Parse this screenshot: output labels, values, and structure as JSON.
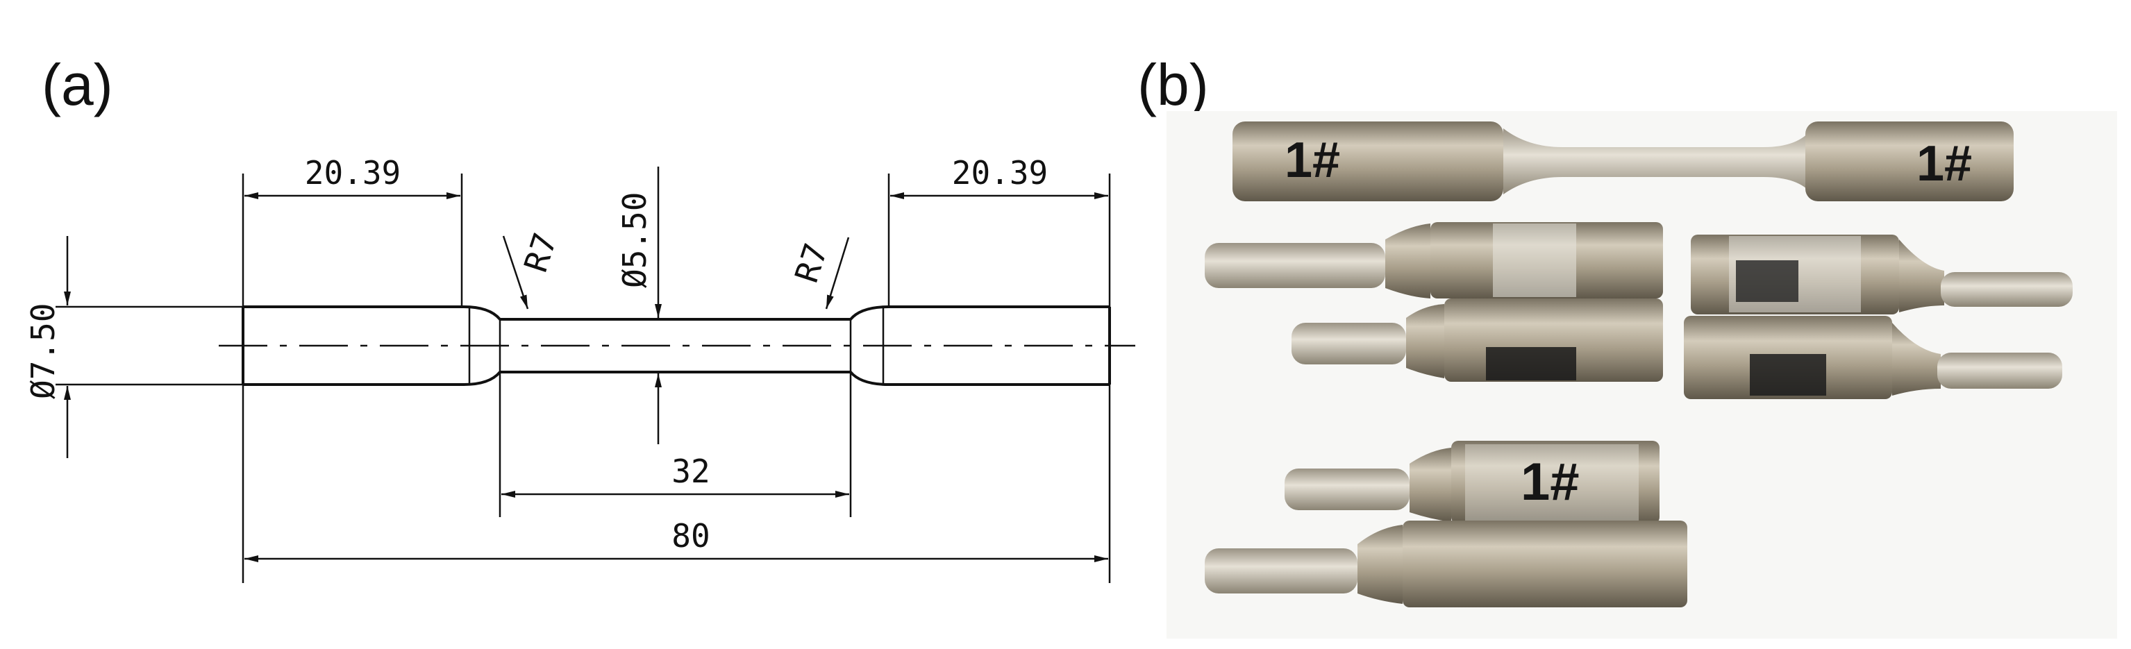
{
  "panels": {
    "a": {
      "label": "(a)"
    },
    "b": {
      "label": "(b)"
    }
  },
  "drawing": {
    "dim_left_grip": "20.39",
    "dim_right_grip": "20.39",
    "dim_gauge_dia": "Ø5.50",
    "dim_grip_dia": "Ø7.50",
    "dim_gauge_len": "32",
    "dim_total_len": "80",
    "radius_left": "R7",
    "radius_right": "R7"
  },
  "photo": {
    "mark_top_left": "1#",
    "mark_top_right": "1#",
    "mark_bottom": "1#"
  },
  "colors": {
    "metal_light": "#cfc7b6",
    "metal_mid": "#a69c88",
    "metal_dark": "#6f6757",
    "tape": "#e8e6df",
    "ink": "#151515"
  }
}
